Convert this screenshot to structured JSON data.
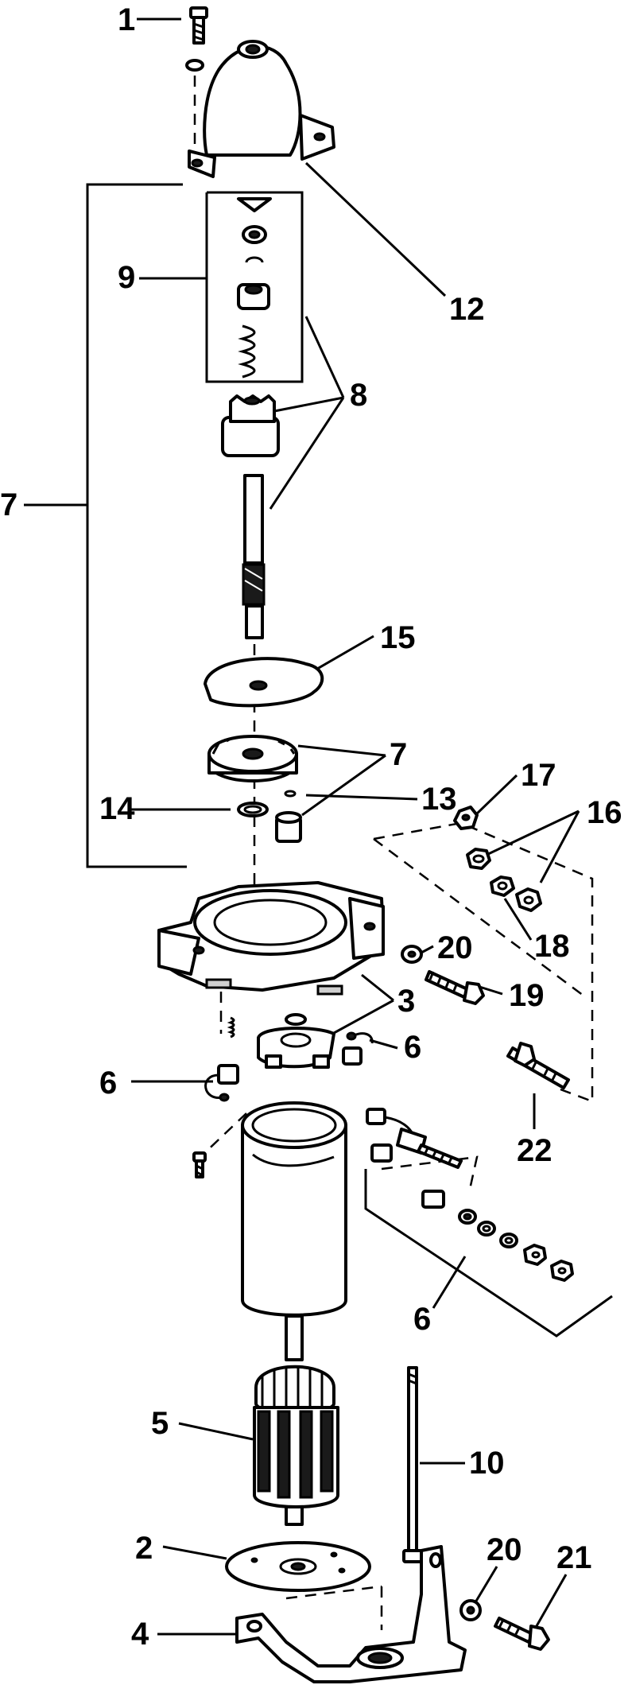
{
  "callouts": {
    "c1": "1",
    "c2": "2",
    "c3": "3",
    "c4": "4",
    "c5": "5",
    "c6a": "6",
    "c6b": "6",
    "c6c": "6",
    "c7a": "7",
    "c7b": "7",
    "c8": "8",
    "c9": "9",
    "c10": "10",
    "c12": "12",
    "c13": "13",
    "c14": "14",
    "c15": "15",
    "c16": "16",
    "c17": "17",
    "c18": "18",
    "c19": "19",
    "c20a": "20",
    "c20b": "20",
    "c21": "21",
    "c22": "22"
  }
}
